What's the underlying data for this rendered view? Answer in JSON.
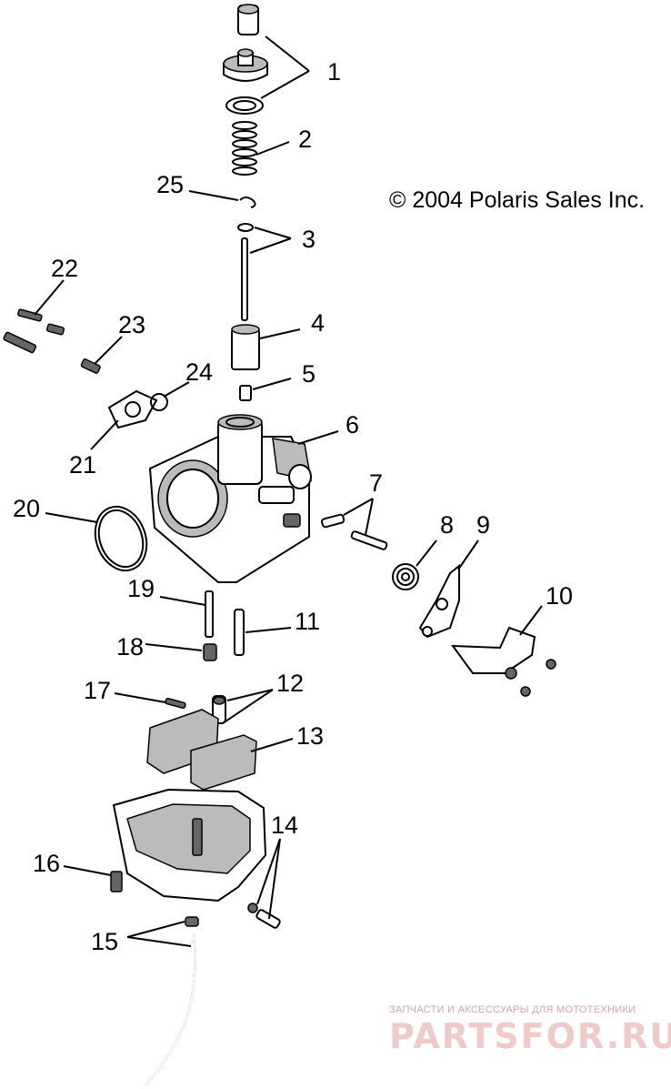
{
  "copyright": "© 2004 Polaris Sales Inc.",
  "watermark": {
    "tagline": "ЗАПЧАСТИ И АКСЕССУАРЫ ДЛЯ МОТОТЕХНИКИ",
    "site": "PARTSFOR.RU"
  },
  "callouts": {
    "c1": "1",
    "c2": "2",
    "c3": "3",
    "c4": "4",
    "c5": "5",
    "c6": "6",
    "c7": "7",
    "c8": "8",
    "c9": "9",
    "c10": "10",
    "c11": "11",
    "c12": "12",
    "c13": "13",
    "c14": "14",
    "c15": "15",
    "c16": "16",
    "c17": "17",
    "c18": "18",
    "c19": "19",
    "c20": "20",
    "c21": "21",
    "c22": "22",
    "c23": "23",
    "c24": "24",
    "c25": "25"
  }
}
